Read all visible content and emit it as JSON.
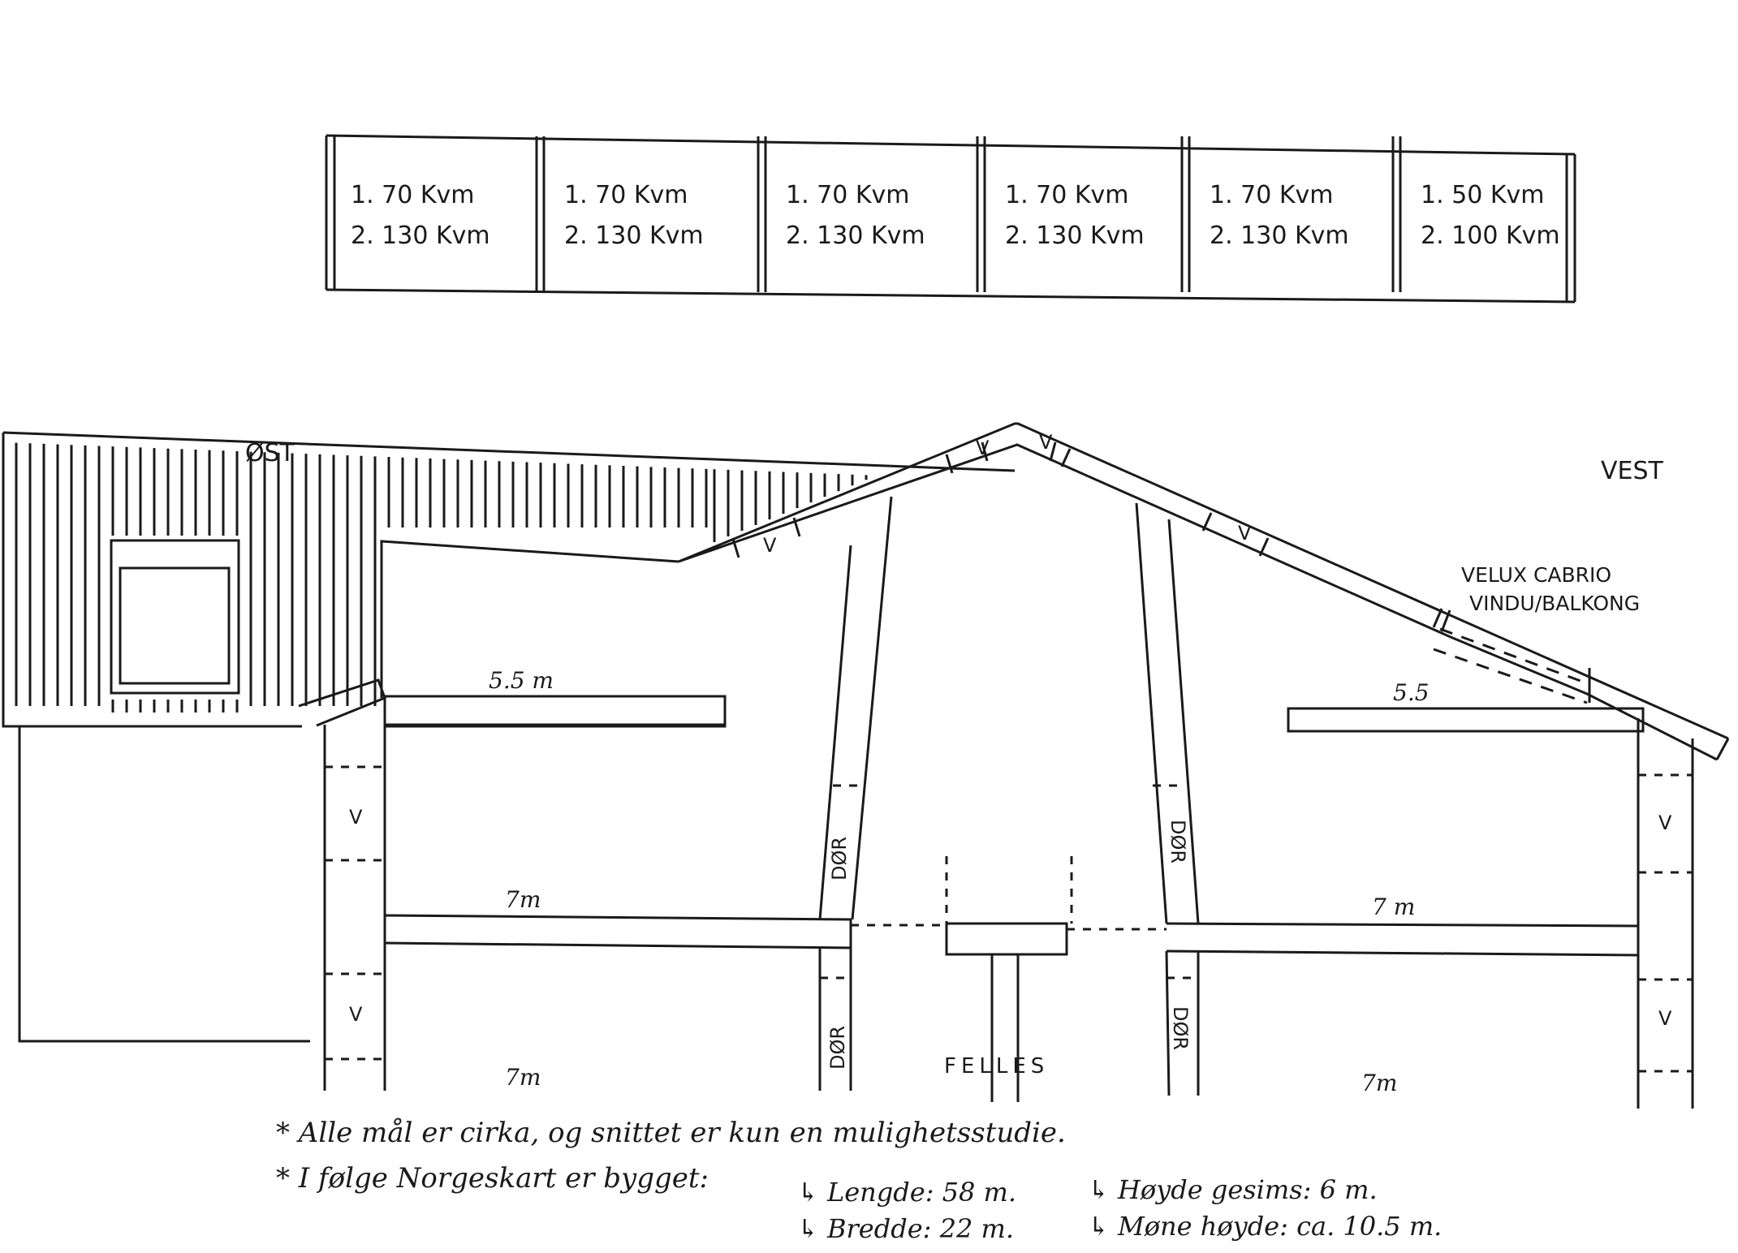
{
  "units": [
    {
      "line1": "1.  70 Kvm",
      "line2": "2.  130 Kvm"
    },
    {
      "line1": "1.  70 Kvm",
      "line2": "2.  130 Kvm"
    },
    {
      "line1": "1.  70 Kvm",
      "line2": "2.  130 Kvm"
    },
    {
      "line1": "1.  70 Kvm",
      "line2": "2.  130 Kvm"
    },
    {
      "line1": "1.  70 Kvm",
      "line2": "2.  130 Kvm"
    },
    {
      "line1": "1.  50 Kvm",
      "line2": "2. 100 Kvm"
    }
  ],
  "section": {
    "east_label": "ØST",
    "west_label": "VEST",
    "velux_line1": "VELUX CABRIO",
    "velux_line2": "VINDU/BALKONG",
    "window_mark": "V",
    "door_label": "DØR",
    "common_label": "FELLES",
    "dim_attic_left": "5.5 m",
    "dim_attic_right": "5.5",
    "dim_floor_mid_left": "7m",
    "dim_floor_mid_right": "7 m",
    "dim_floor_ground_left": "7m",
    "dim_floor_ground_right": "7m"
  },
  "notes": {
    "note1": "* Alle mål er cirka, og snittet er kun en mulighetsstudie.",
    "note2": "* I følge Norgeskart er bygget:",
    "length": "↳ Lengde: 58 m.",
    "width": "↳ Bredde: 22 m.",
    "eaves_height": "↳ Høyde gesims: 6 m.",
    "ridge_height": "↳ Møne høyde: ca. 10.5 m."
  }
}
